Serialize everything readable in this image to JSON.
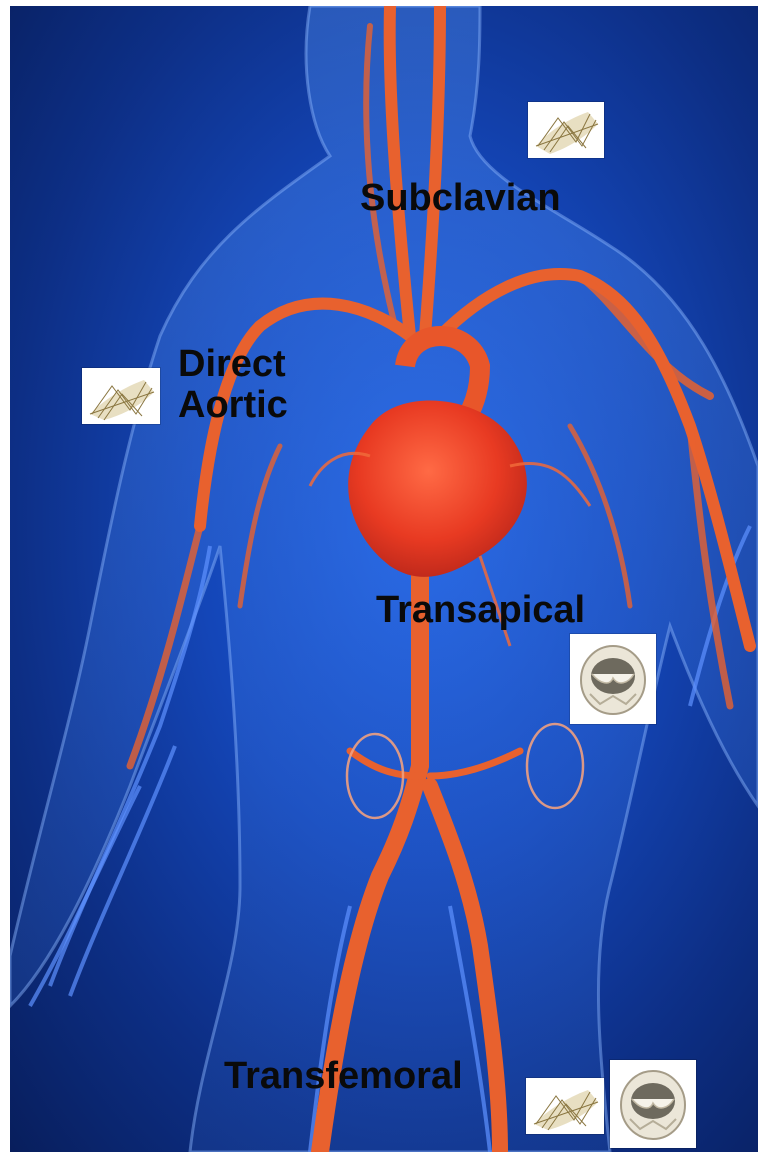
{
  "labels": {
    "subclavian": "Subclavian",
    "direct_aortic_line1": "Direct",
    "direct_aortic_line2": "Aortic",
    "transapical": "Transapical",
    "transfemoral": "Transfemoral"
  },
  "icons": {
    "stent_valve": "stent-valve-icon",
    "balloon_valve": "tissue-valve-icon"
  },
  "colors": {
    "background": "#1446b8",
    "artery": "#e8562a",
    "heart": "#f0442a",
    "vein": "#3f7cf0",
    "label": "#0a0a0a"
  }
}
